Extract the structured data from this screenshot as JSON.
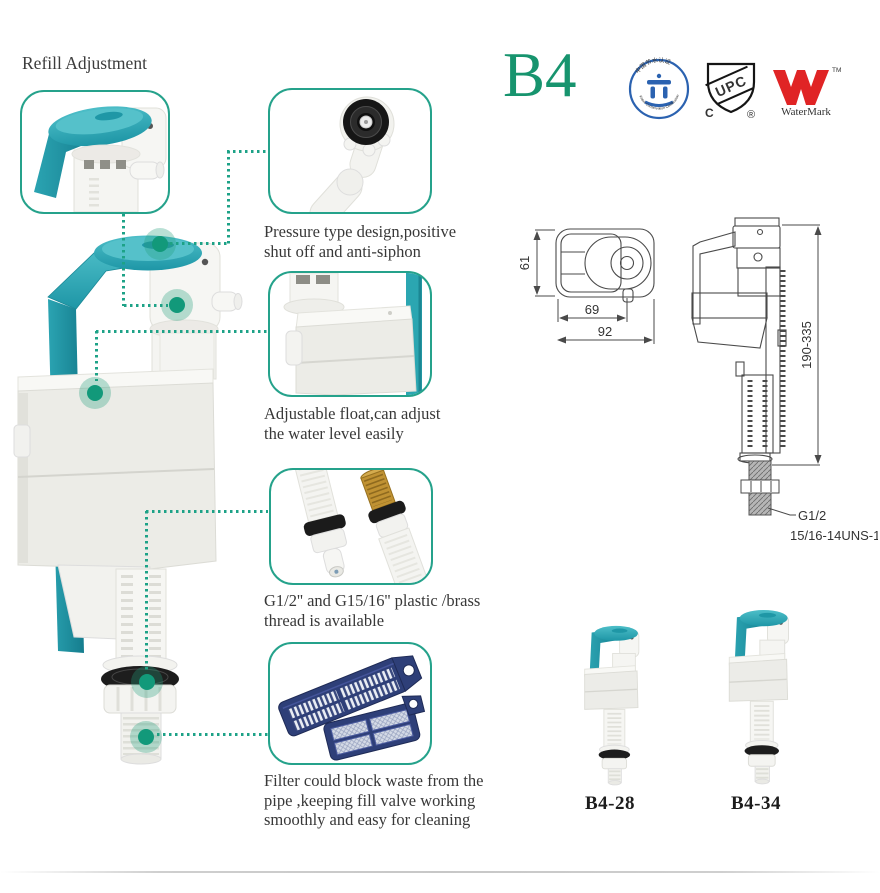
{
  "page": {
    "refill_adjustment_label": "Refill Adjustment",
    "model": "B4"
  },
  "callouts": [
    {
      "name": "pressure",
      "lines": [
        "Pressure type design,positive",
        "shut off and anti-siphon"
      ]
    },
    {
      "name": "float",
      "lines": [
        "Adjustable float,can adjust",
        "the water level easily"
      ]
    },
    {
      "name": "thread",
      "lines": [
        "G1/2'' and G15/16'' plastic /brass",
        "thread is available"
      ]
    },
    {
      "name": "filter",
      "lines": [
        "Filter could block waste from the",
        "pipe ,keeping fill valve working",
        "smoothly and easy for cleaning"
      ]
    }
  ],
  "certifications": {
    "water_conservation": {
      "arc_top": "中国节水认证",
      "arc_bottom": "Water Conservation Certification"
    },
    "upc": {
      "label": "UPC",
      "c": "C",
      "r": "®"
    },
    "watermark": {
      "tm": "TM",
      "label": "WaterMark"
    }
  },
  "drawings": {
    "top_view": {
      "dim_height": "61",
      "dim_width_inner": "69",
      "dim_width_outer": "92"
    },
    "side_view": {
      "dim_height": "190-335",
      "thread_line1": "G1/2",
      "thread_line2": "15/16-14UNS-1"
    }
  },
  "variants": [
    {
      "label": "B4-28"
    },
    {
      "label": "B4-34"
    }
  ],
  "colors": {
    "accent_teal": "#25a28b",
    "model_green": "#17946e",
    "product_teal": "#2fa9b6",
    "cert_blue": "#2b62b0",
    "watermark_red": "#e02425",
    "filter_navy": "#2e3f78",
    "brass": "#c09233"
  }
}
